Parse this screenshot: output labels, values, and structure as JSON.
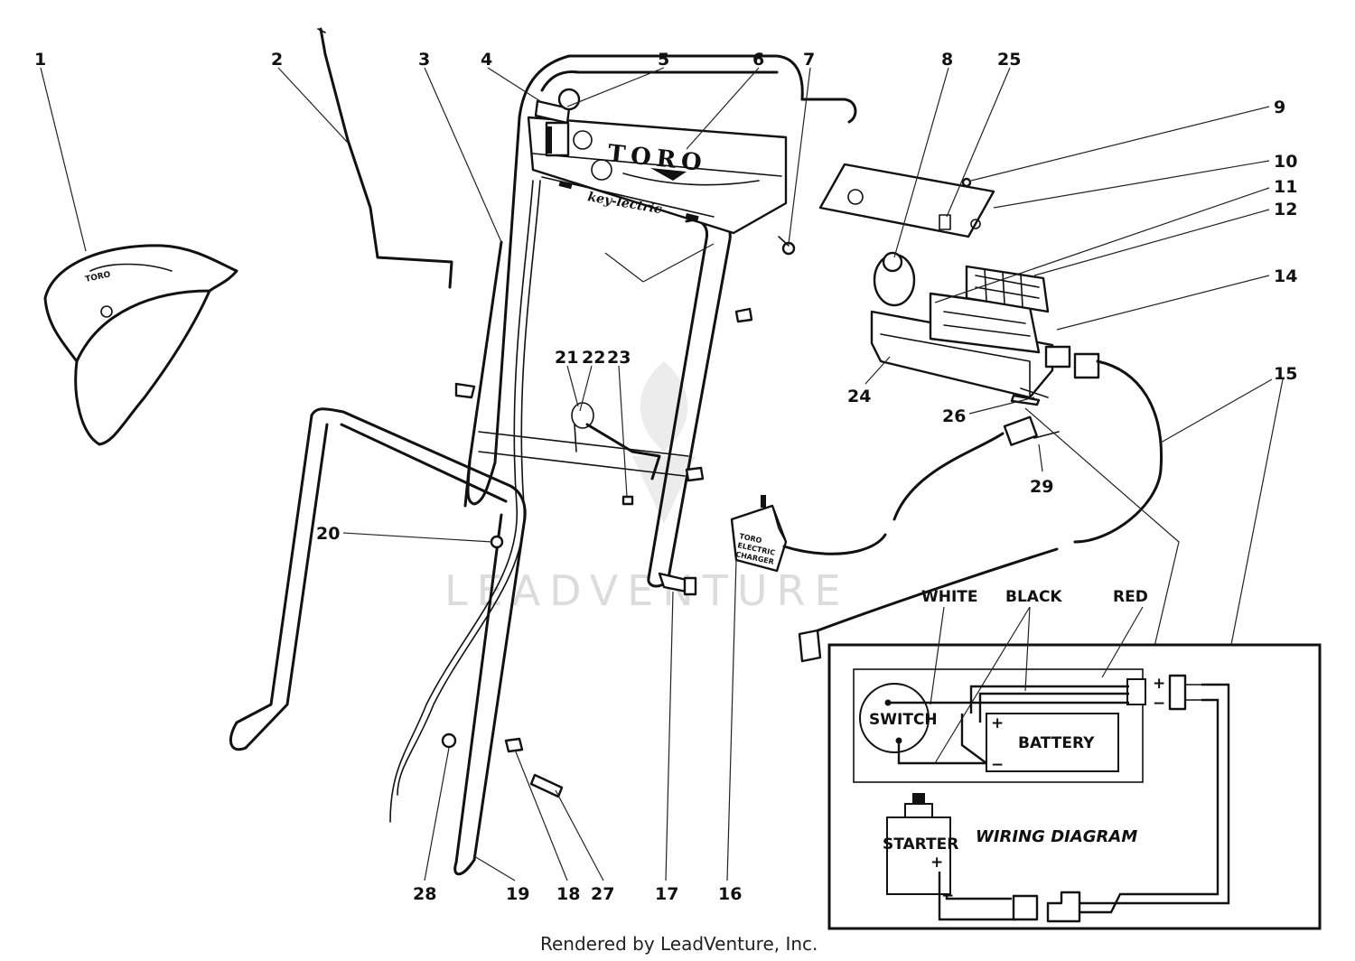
{
  "diagram": {
    "brand_name": "TORO",
    "brand_sub": "key-lectric",
    "watermark": "LEADVENTURE",
    "footer": "Rendered by LeadVenture, Inc.",
    "callouts": [
      "1",
      "2",
      "3",
      "4",
      "5",
      "6",
      "7",
      "8",
      "25",
      "9",
      "10",
      "11",
      "12",
      "14",
      "15",
      "21",
      "22",
      "23",
      "24",
      "26",
      "29",
      "20",
      "16",
      "17",
      "27",
      "18",
      "19",
      "28"
    ],
    "charger_label": [
      "TORO",
      "ELECTRIC",
      "CHARGER"
    ]
  },
  "wiring": {
    "title": "WIRING DIAGRAM",
    "labels": {
      "white": "WHITE",
      "black": "BLACK",
      "red": "RED",
      "switch": "SWITCH",
      "battery": "BATTERY",
      "starter": "STARTER",
      "plus": "+",
      "minus": "−"
    }
  }
}
